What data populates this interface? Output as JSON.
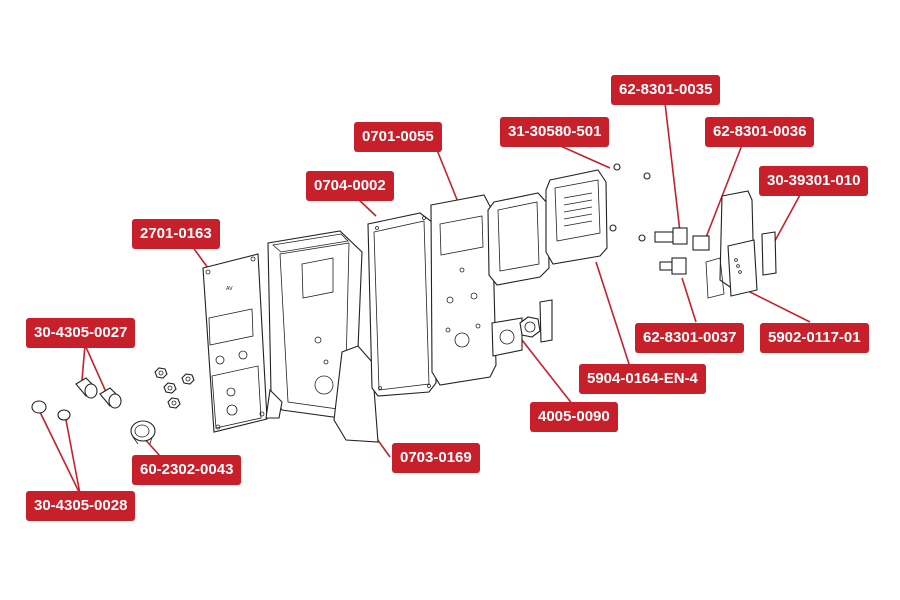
{
  "accent_color": "#c8202b",
  "callouts": {
    "p_2701_0163": "2701-0163",
    "p_0704_0002": "0704-0002",
    "p_0701_0055": "0701-0055",
    "p_31_30580_501": "31-30580-501",
    "p_62_8301_0035": "62-8301-0035",
    "p_62_8301_0036": "62-8301-0036",
    "p_30_39301_010": "30-39301-010",
    "p_30_4305_0027": "30-4305-0027",
    "p_0703_0169": "0703-0169",
    "p_4005_0090": "4005-0090",
    "p_62_8301_0037": "62-8301-0037",
    "p_5902_0117_01": "5902-0117-01",
    "p_5904_0164_EN_4": "5904-0164-EN-4",
    "p_60_2302_0043": "60-2302-0043",
    "p_30_4305_0028": "30-4305-0028"
  }
}
